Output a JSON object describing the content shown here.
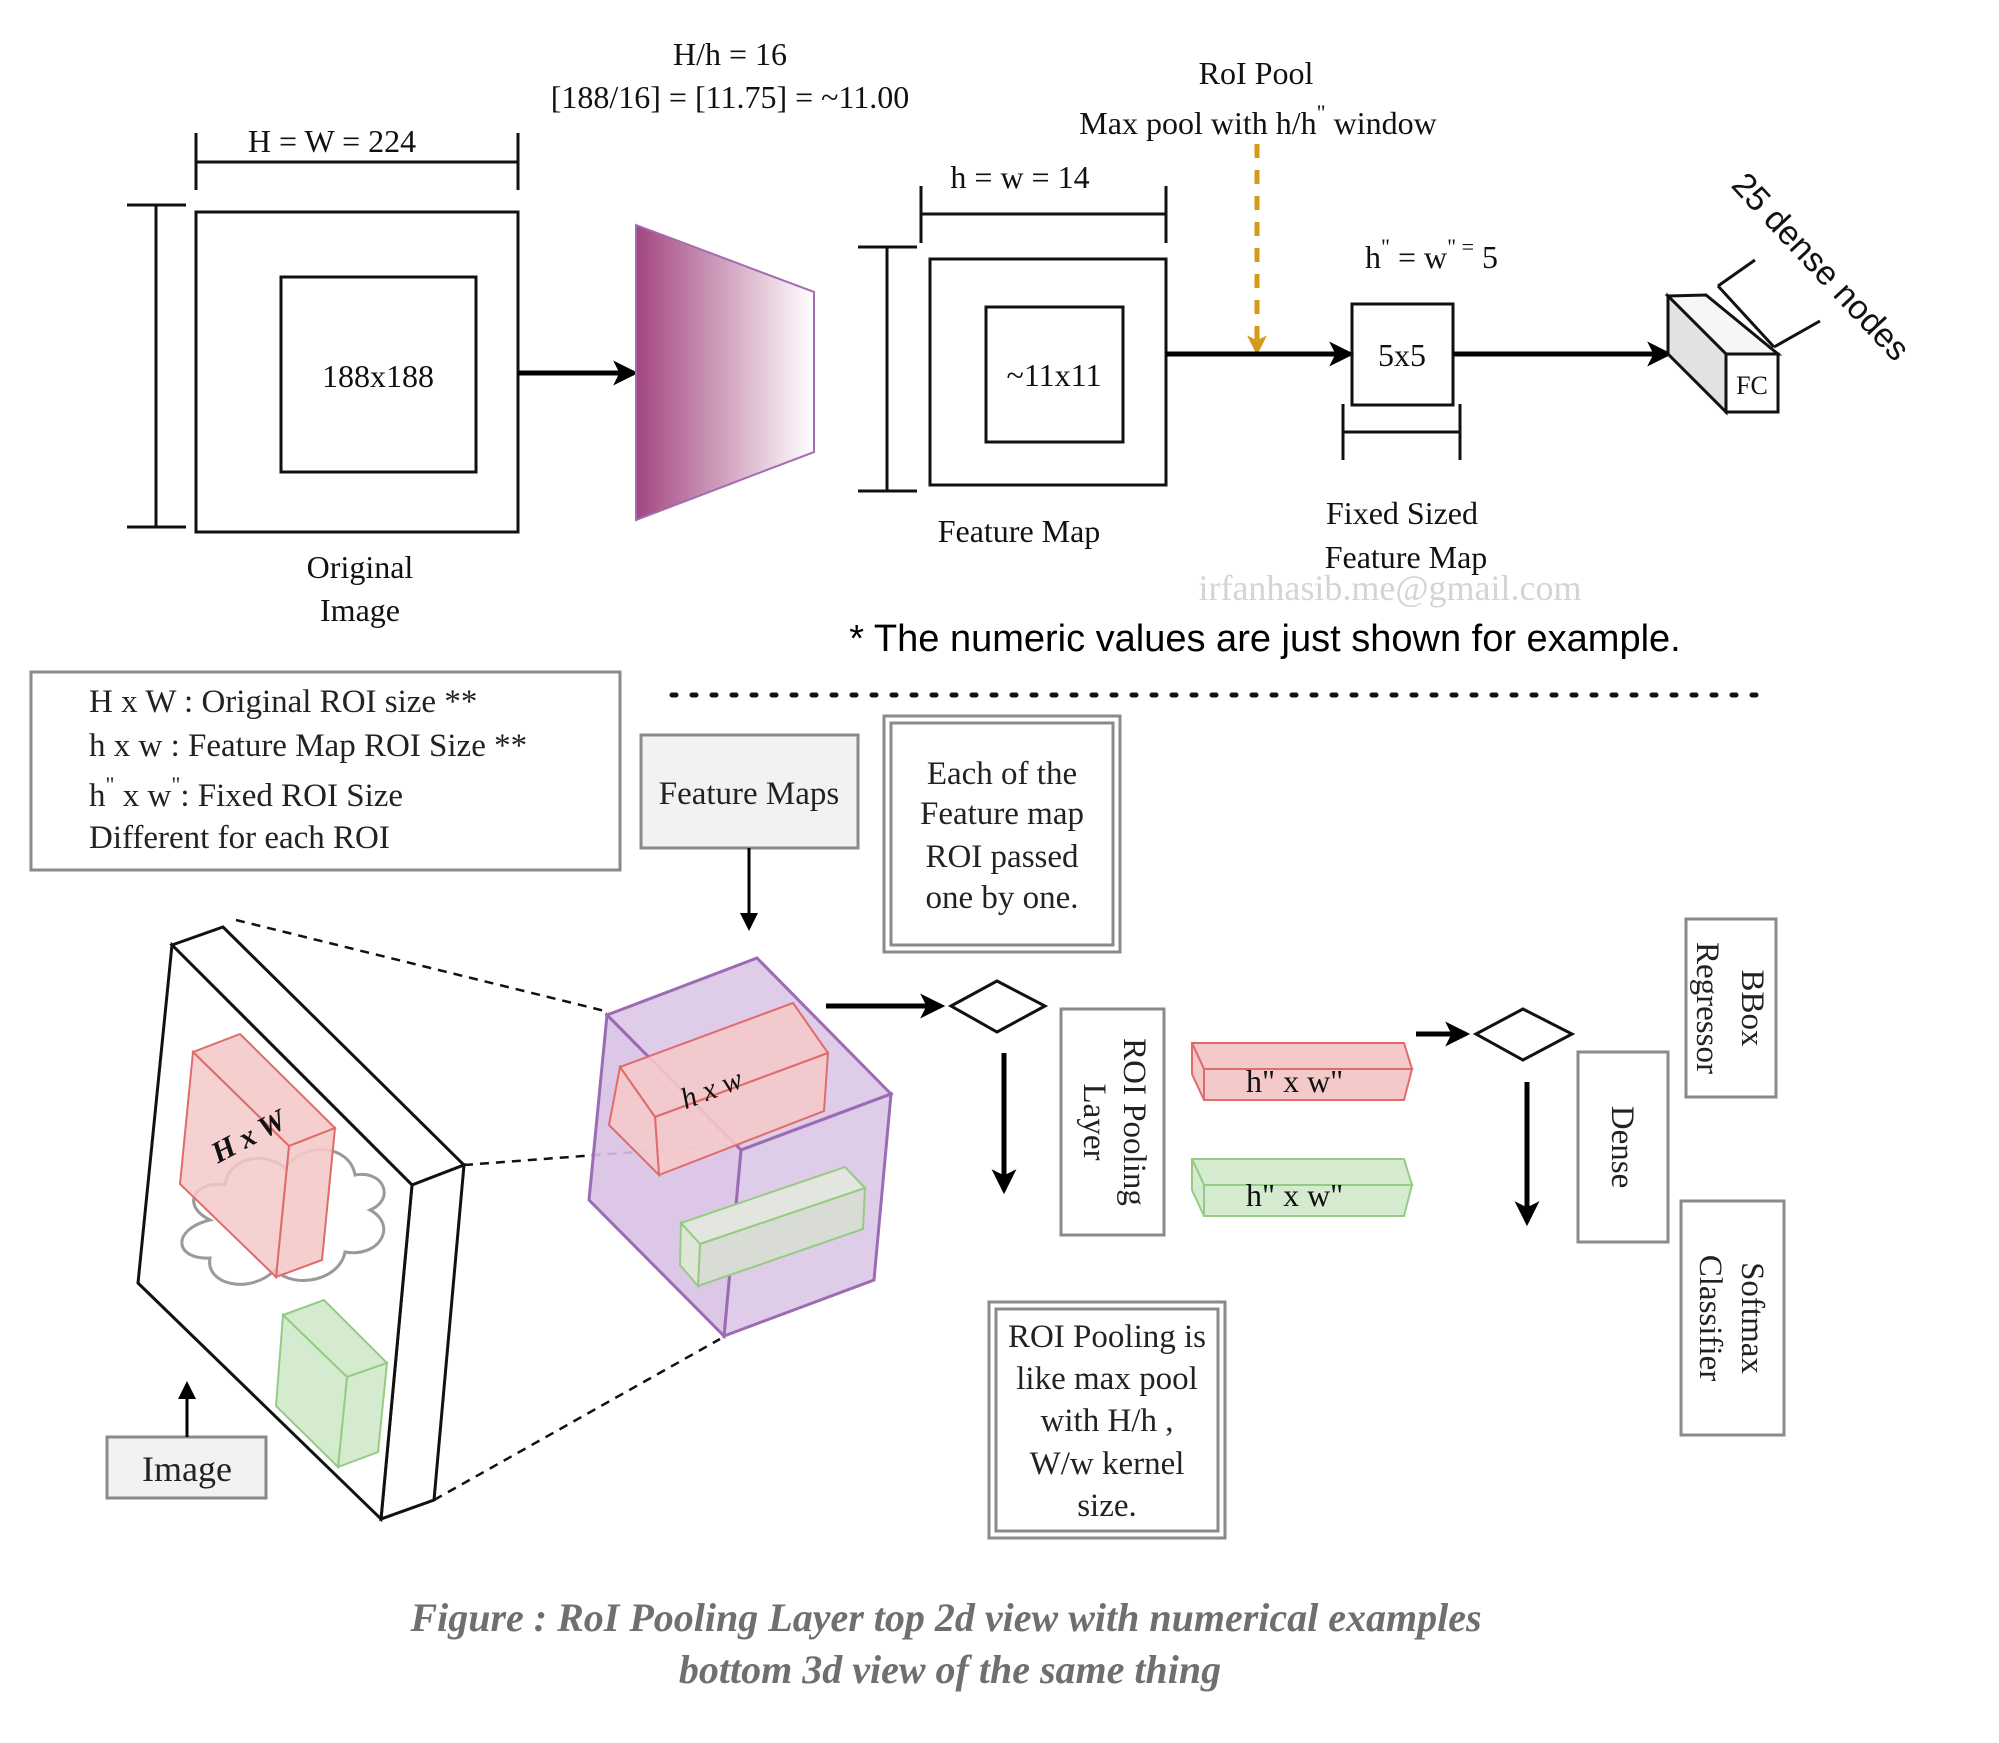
{
  "top": {
    "orig_dim": "H = W = 224",
    "ratio": "H/h = 16",
    "calc": "[188/16] = [11.75] = ~11.00",
    "roi_pool_title": "RoI Pool",
    "roi_pool_desc_a": "Max pool with h/h",
    "roi_pool_desc_sup": "\"",
    "roi_pool_desc_b": "window",
    "orig_roi": "188x188",
    "orig_label_1": "Original",
    "orig_label_2": "Image",
    "feat_dim": "h = w = 14",
    "feat_roi": "~11x11",
    "feat_label": "Feature Map",
    "fixed_dim_h": "h",
    "fixed_dim_eq": "=",
    "fixed_dim_w": "w",
    "fixed_dim_sup": "\"",
    "fixed_dim_sup2": "\" =",
    "fixed_dim_val": "5",
    "fixed_box": "5x5",
    "fixed_label_1": "Fixed Sized",
    "fixed_label_2": "Feature Map",
    "fc_label": "FC",
    "dense_nodes": "25 dense nodes",
    "watermark": "irfanhasib.me@gmail.com",
    "note": "* The numeric values are just shown for example."
  },
  "legend": {
    "line1": "H x W : Original ROI size **",
    "line2": "h x w : Feature Map ROI Size **",
    "line3_a": "h",
    "line3_sup1": "\"",
    "line3_b": " x w",
    "line3_sup2": "\"",
    "line3_c": ": Fixed ROI Size",
    "line4": "Different for each ROI"
  },
  "bottom": {
    "feature_maps": "Feature Maps",
    "each_box": [
      "Each of the",
      "Feature map",
      "ROI passed",
      "one by one."
    ],
    "roi_pool_layer": [
      "ROI Pooling",
      "Layer"
    ],
    "roi_like": [
      "ROI Pooling is",
      "like max pool",
      "with H/h ,",
      "W/w kernel",
      "size."
    ],
    "image_label": "Image",
    "image_roi_text": "H x W",
    "fm_roi_text": "h x w",
    "pooled_red": "h\" x w\"",
    "pooled_green": "h\" x w\"",
    "dense": "Dense",
    "bbox": [
      "BBox",
      "Regressor"
    ],
    "softmax": [
      "Softmax",
      "Classifier"
    ]
  },
  "caption": {
    "line1": "Figure : RoI Pooling Layer top 2d view with numerical examples",
    "line2": "bottom 3d view of the same thing"
  },
  "colors": {
    "funnel": "#a3467f",
    "roi_pool_arrow": "#d49a1a",
    "purple_cube": "#dcc7e6",
    "red_box": "#f4c9c9",
    "green_box": "#d5ebcf",
    "grey_box": "#f2f2f2"
  }
}
